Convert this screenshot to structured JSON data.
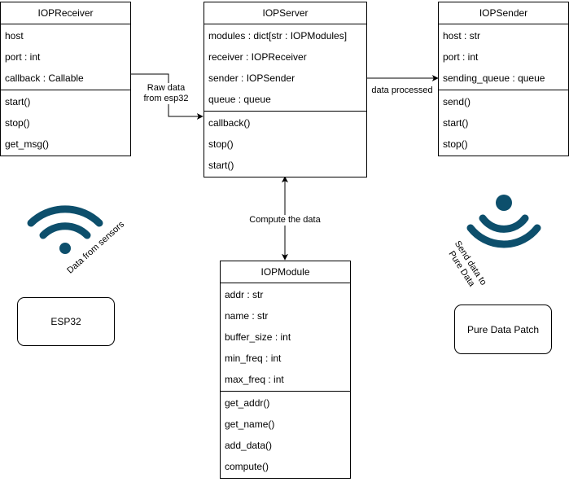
{
  "classes": {
    "receiver": {
      "name": "IOPReceiver",
      "attributes": [
        "host",
        "port : int",
        "callback : Callable"
      ],
      "methods": [
        "start()",
        "stop()",
        "get_msg()"
      ]
    },
    "server": {
      "name": "IOPServer",
      "attributes": [
        "modules : dict[str : IOPModules]",
        "receiver : IOPReceiver",
        "sender : IOPSender",
        "queue : queue"
      ],
      "methods": [
        "callback()",
        "stop()",
        "start()"
      ]
    },
    "sender": {
      "name": "IOPSender",
      "attributes": [
        "host : str",
        "port : int",
        "sending_queue : queue"
      ],
      "methods": [
        "send()",
        "start()",
        "stop()"
      ]
    },
    "module": {
      "name": "IOPModule",
      "attributes": [
        "addr : str",
        "name : str",
        "buffer_size : int",
        "min_freq : int",
        "max_freq : int"
      ],
      "methods": [
        "get_addr()",
        "get_name()",
        "add_data()",
        "compute()"
      ]
    }
  },
  "edges": {
    "receiver_to_server": "Raw data\nfrom esp32",
    "server_to_sender": "data processed",
    "server_module": "Compute the data"
  },
  "devices": {
    "esp32": "ESP32",
    "puredata": "Pure Data Patch"
  },
  "annotations": {
    "from_sensors": "Data from sensors",
    "to_puredata": "Send data to\nPure Data"
  },
  "colors": {
    "wifi": "#0d4f6c",
    "line": "#000000"
  },
  "icons": [
    "wifi-icon",
    "signal-broadcast-icon"
  ]
}
